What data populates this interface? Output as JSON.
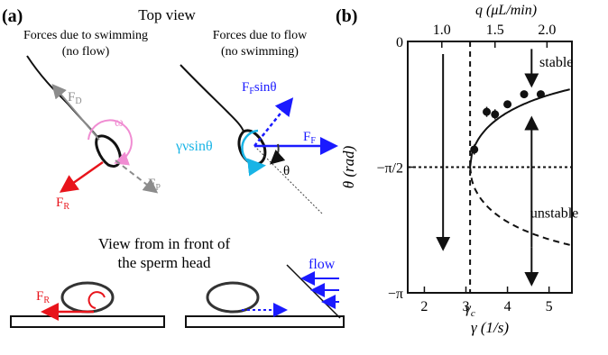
{
  "panel_a": {
    "label": "(a)",
    "top_view_title": "Top view",
    "left_caption_line1": "Forces due to swimming",
    "left_caption_line2": "(no flow)",
    "right_caption_line1": "Forces due to flow",
    "right_caption_line2": "(no swimming)",
    "labels": {
      "drag_force": "F",
      "drag_sub": "D",
      "rotation": "ω",
      "propulsion_force": "F",
      "propulsion_sub": "P",
      "reaction_force": "F",
      "reaction_sub": "R",
      "flow_force_sin": "F",
      "flow_force_sin_sub": "F",
      "flow_force_sin_suffix": "sinθ",
      "flow_force": "F",
      "flow_force_sub": "F",
      "shear_term": "γνsinθ",
      "theta": "θ"
    },
    "front_view_line1": "View from in front of",
    "front_view_line2": "the sperm head",
    "front_reaction_force": "F",
    "front_reaction_sub": "R",
    "flow_label": "flow"
  },
  "panel_b": {
    "label": "(b)",
    "stable_label": "stable",
    "unstable_label": "unstable",
    "critical_label": "γ",
    "critical_sub": "c"
  },
  "colors": {
    "red": "#e8141b",
    "blue": "#1a1aff",
    "gray": "#8c8c8c",
    "pink": "#f08cd2",
    "cyan": "#18b4e6",
    "black": "#111111"
  },
  "chart_data": {
    "type": "scatter",
    "xlabel": "γ (1/s)",
    "ylabel": "θ (rad)",
    "top_xlabel": "q (μL/min)",
    "x_ticks": [
      "2",
      "3",
      "4",
      "5"
    ],
    "top_x_ticks": [
      "1.0",
      "1.5",
      "2.0"
    ],
    "y_ticks": [
      "0",
      "−π/2",
      "−π"
    ],
    "xlim": [
      1.6,
      5.55
    ],
    "ylim_in_units_of_pi": [
      -1.0,
      0.0
    ],
    "critical_gamma": 3.1,
    "series": [
      {
        "type": "points",
        "x": [
          3.2,
          3.5,
          3.7,
          4.0,
          4.4,
          4.8
        ],
        "y_in_units_of_pi": [
          -0.43,
          -0.28,
          -0.29,
          -0.25,
          -0.21,
          -0.21
        ],
        "error_y_in_units_of_pi": [
          0.02,
          0.02,
          0.02,
          0.0,
          0.0,
          0.0
        ]
      },
      {
        "type": "curve",
        "style": "solid",
        "note_key": "stable"
      },
      {
        "type": "curve",
        "style": "dashed",
        "note_key": "unstable"
      }
    ]
  }
}
